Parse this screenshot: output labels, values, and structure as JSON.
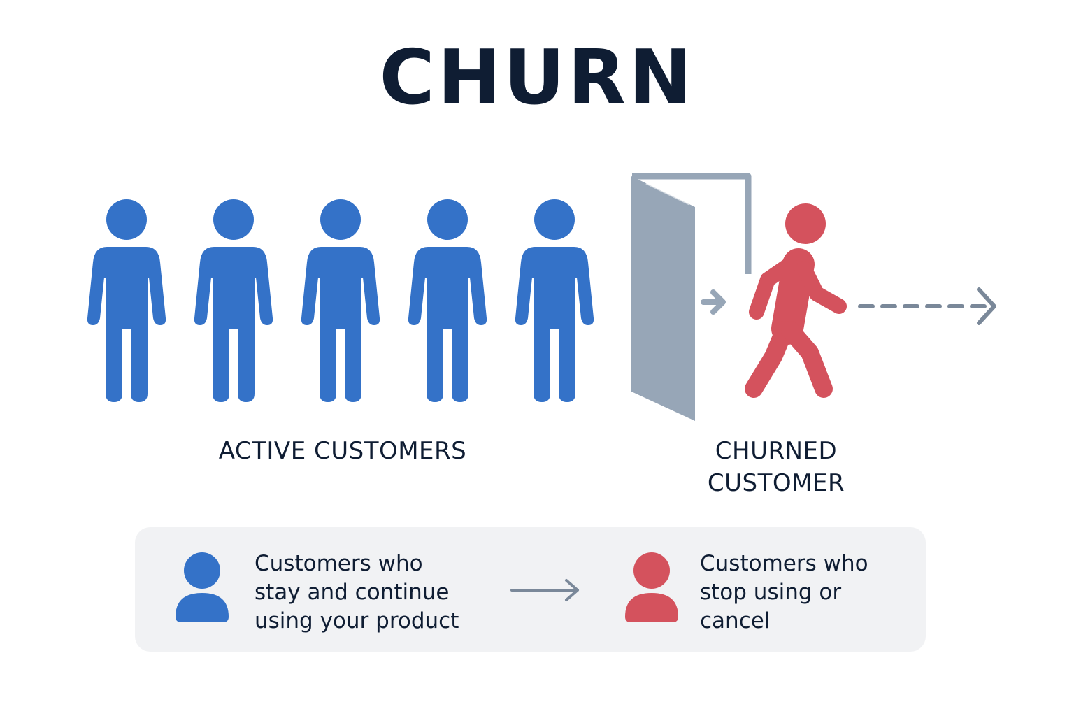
{
  "title": "CHURN",
  "active_label": "ACTIVE CUSTOMERS",
  "churned_label_line1": "CHURNED",
  "churned_label_line2": "CUSTOMER",
  "legend": {
    "active_line1": "Customers who",
    "active_line2": "stay and continue",
    "active_line3": "using your product",
    "churned_line1": "Customers who",
    "churned_line2": "stop using or",
    "churned_line3": "cancel"
  },
  "colors": {
    "active": "#3472c8",
    "churned": "#d4525d",
    "door": "#97a6b7",
    "arrow": "#7a8899",
    "text": "#0f1d33",
    "legend_bg": "#f1f2f4"
  },
  "icons": {
    "active_person": "standing-person-icon",
    "churned_person": "walking-person-icon",
    "door": "open-door-icon",
    "exit_arrow": "arrow-right-icon",
    "dashed_arrow": "dashed-arrow-right-icon",
    "legend_active": "user-icon",
    "legend_churned": "user-icon",
    "legend_arrow": "arrow-right-icon"
  }
}
